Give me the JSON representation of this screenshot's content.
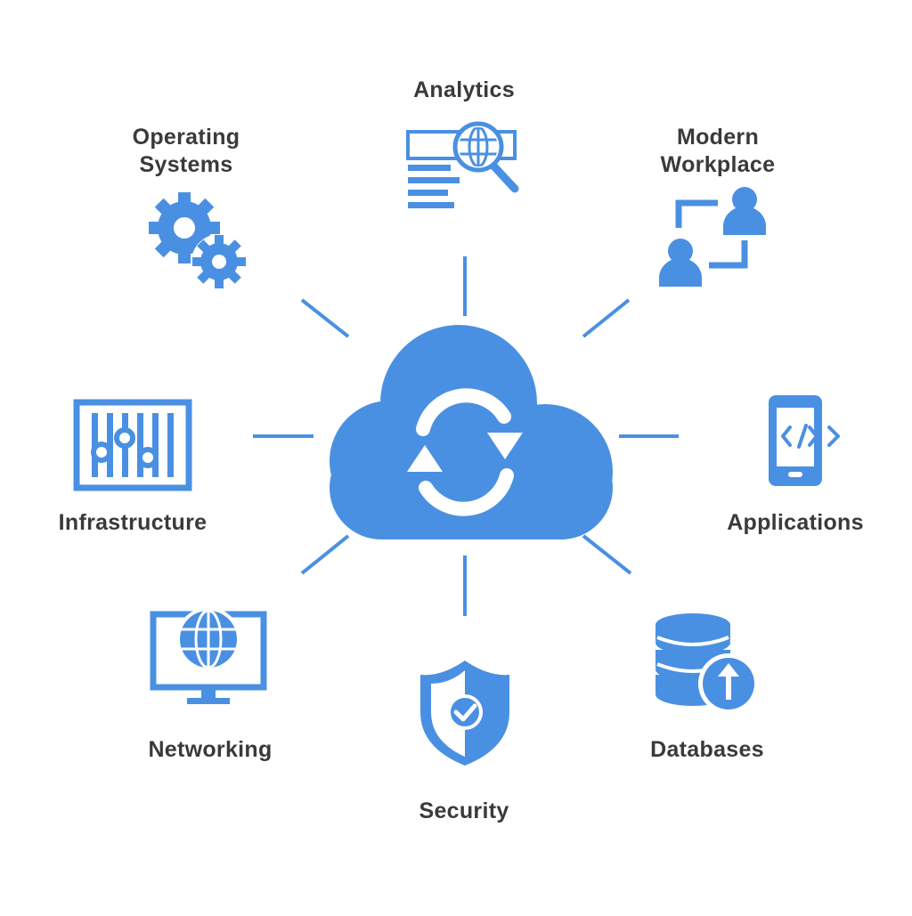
{
  "colors": {
    "accent": "#4a90e2",
    "text": "#3a3a3c",
    "background": "#ffffff"
  },
  "center": {
    "icon": "cloud-sync-icon"
  },
  "nodes": [
    {
      "id": "analytics",
      "label": "Analytics",
      "icon": "analytics-search-icon"
    },
    {
      "id": "modern_workplace",
      "label_lines": [
        "Modern",
        "Workplace"
      ],
      "icon": "people-connect-icon"
    },
    {
      "id": "applications",
      "label": "Applications",
      "icon": "mobile-code-icon"
    },
    {
      "id": "databases",
      "label": "Databases",
      "icon": "database-upload-icon"
    },
    {
      "id": "security",
      "label": "Security",
      "icon": "shield-check-icon"
    },
    {
      "id": "networking",
      "label": "Networking",
      "icon": "monitor-globe-icon"
    },
    {
      "id": "infrastructure",
      "label": "Infrastructure",
      "icon": "control-panel-icon"
    },
    {
      "id": "operating_systems",
      "label_lines": [
        "Operating",
        "Systems"
      ],
      "icon": "gears-icon"
    }
  ]
}
